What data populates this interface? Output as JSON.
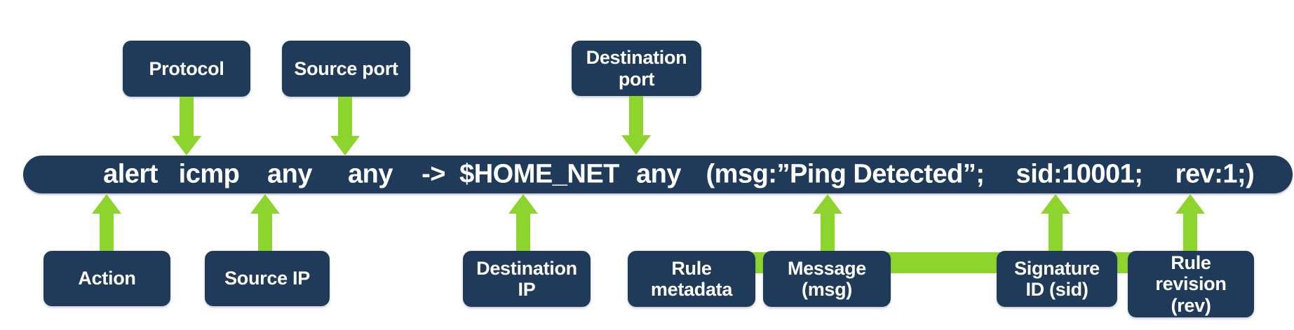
{
  "diagram": {
    "title_semantic": "Snort rule anatomy",
    "rule": {
      "tokens": [
        "alert",
        "icmp",
        "any",
        "any",
        "->",
        "$HOME_NET",
        "any",
        "(msg:”Ping Detected”;",
        "sid:10001;",
        "rev:1;)"
      ]
    },
    "labels": {
      "protocol": "Protocol",
      "source_port": "Source port",
      "destination_port": "Destination\nport",
      "action": "Action",
      "source_ip": "Source IP",
      "destination_ip": "Destination\nIP",
      "rule_metadata": "Rule\nmetadata",
      "message": "Message\n(msg)",
      "signature_id": "Signature\nID (sid)",
      "rule_revision": "Rule\nrevision\n(rev)"
    },
    "colors": {
      "navy": "#203a59",
      "green": "#8dd42f",
      "text": "#ffffff",
      "background": "#ffffff"
    }
  }
}
